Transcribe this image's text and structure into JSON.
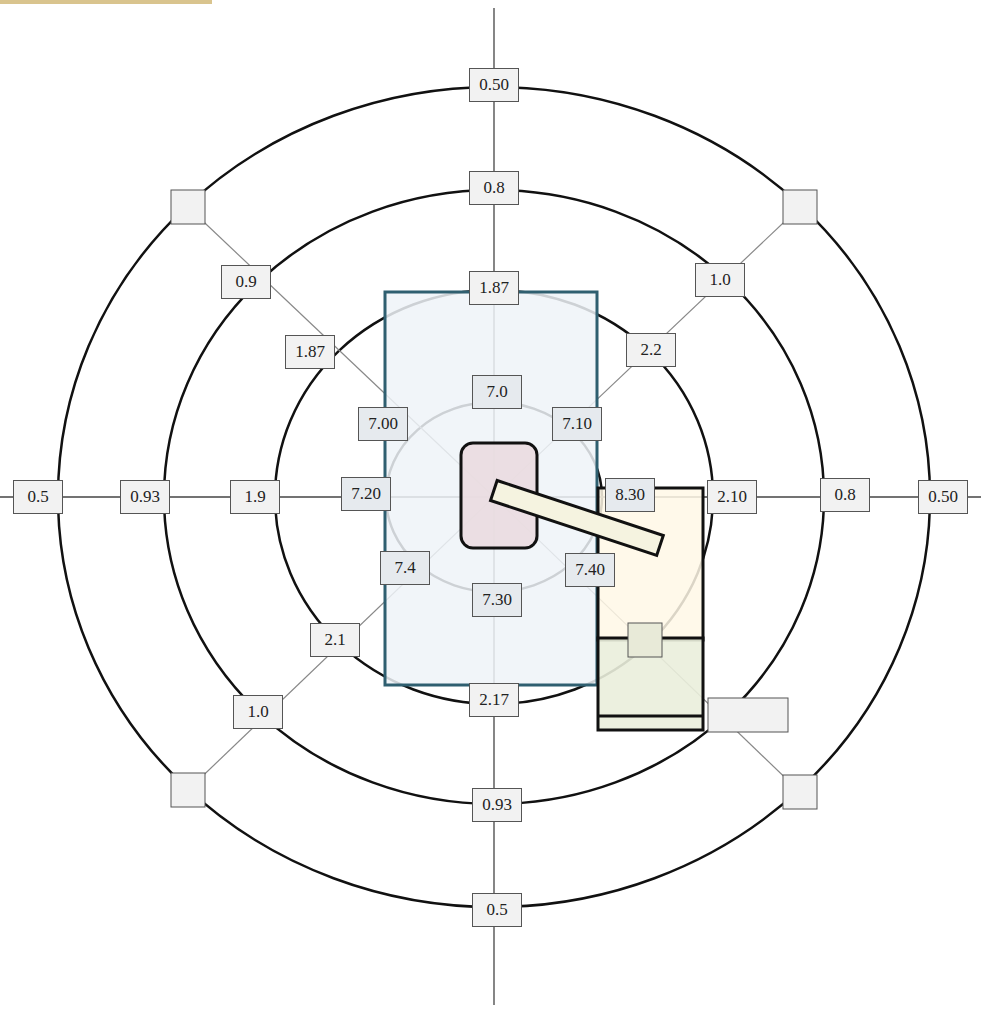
{
  "diagram": {
    "nodes": [
      {
        "text": [
          "0.50"
        ]
      },
      {
        "text": [
          "0.8"
        ]
      },
      {
        "text": [
          "0.9"
        ]
      },
      {
        "text": [
          "1.0"
        ]
      },
      {
        "text": [
          "1.87"
        ]
      },
      {
        "text": [
          "2.2"
        ]
      },
      {
        "text": [
          "1.87"
        ]
      },
      {
        "text": [
          "7.0"
        ]
      },
      {
        "text": [
          "7.00"
        ]
      },
      {
        "text": [
          "7.10"
        ]
      },
      {
        "text": [
          "0.5"
        ]
      },
      {
        "text": [
          "0.93"
        ]
      },
      {
        "text": [
          "1.9"
        ]
      },
      {
        "text": [
          "7.20"
        ]
      },
      {
        "text": [
          "8.30"
        ]
      },
      {
        "text": [
          "2.10"
        ]
      },
      {
        "text": [
          "0.8"
        ]
      },
      {
        "text": [
          "0.50"
        ]
      },
      {
        "text": [
          "7.4"
        ]
      },
      {
        "text": [
          "7.40"
        ]
      },
      {
        "text": [
          "7.30"
        ]
      },
      {
        "text": [
          "2.1"
        ]
      },
      {
        "text": [
          "2.17"
        ]
      },
      {
        "text": [
          "1.0"
        ]
      },
      {
        "text": [
          "0.93"
        ]
      },
      {
        "text": [
          "0.5"
        ]
      }
    ]
  }
}
